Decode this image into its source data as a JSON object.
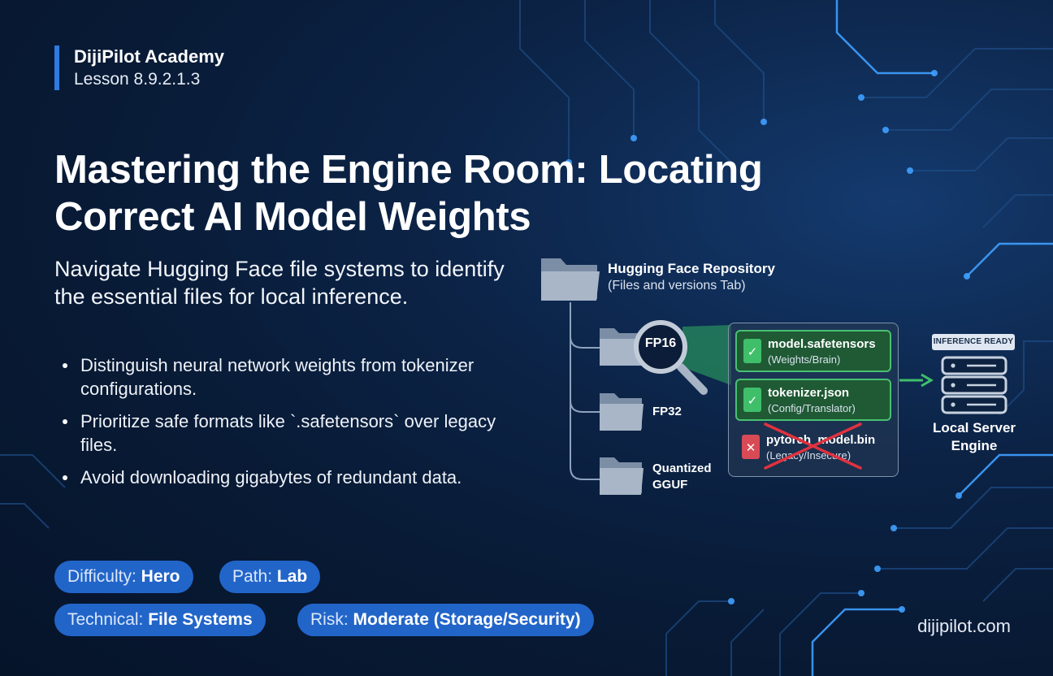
{
  "brand": {
    "name": "DijiPilot Academy",
    "lesson": "Lesson 8.9.2.1.3"
  },
  "title": {
    "line1": "Mastering the Engine Room: Locating",
    "line2": "Correct AI Model Weights"
  },
  "subtitle": "Navigate Hugging Face file systems to identify the essential files for local inference.",
  "bullets": [
    "Distinguish neural network weights from tokenizer configurations.",
    "Prioritize safe formats like `.safetensors` over legacy files.",
    "Avoid downloading gigabytes of redundant data."
  ],
  "badges": [
    {
      "key": "Difficulty:",
      "value": "Hero"
    },
    {
      "key": "Path:",
      "value": "Lab"
    },
    {
      "key": "Technical:",
      "value": "File Systems"
    },
    {
      "key": "Risk:",
      "value": "Moderate (Storage/Security)"
    }
  ],
  "site": "dijipilot.com",
  "diagram": {
    "repo_title": "Hugging Face Repository",
    "repo_subtitle": "(Files and versions Tab)",
    "folders": [
      {
        "label": "FP16"
      },
      {
        "label": "FP32"
      },
      {
        "label_line1": "Quantized",
        "label_line2": "GGUF"
      }
    ],
    "files": [
      {
        "name": "model.safetensors",
        "desc": "(Weights/Brain)",
        "status": "ok"
      },
      {
        "name": "tokenizer.json",
        "desc": "(Config/Translator)",
        "status": "ok"
      },
      {
        "name": "pytorch_model.bin",
        "desc": "(Legacy/Insecure)",
        "status": "rejected"
      }
    ],
    "server": {
      "badge": "INFERENCE READY",
      "label": "Local Server Engine"
    },
    "colors": {
      "accent": "#2f7be0",
      "ok": "#3fbf6a",
      "bad": "#d84a55"
    }
  }
}
